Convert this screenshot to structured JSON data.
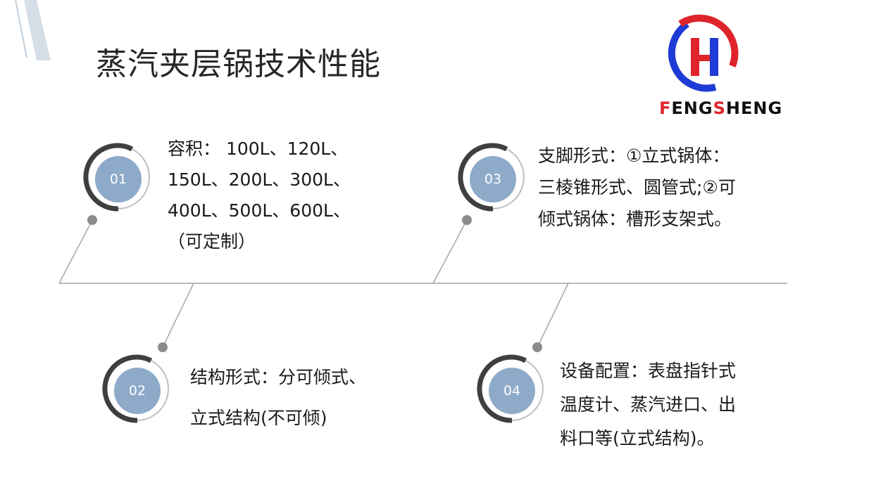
{
  "title": "蒸汽夹层锅技术性能",
  "logo": {
    "brand_text": "FENGSHENG",
    "first_letter": "F",
    "middle": "ENG",
    "s_letter": "S",
    "rest": "HENG",
    "colors": {
      "red": "#e0242b",
      "blue": "#1f3bd6"
    }
  },
  "items": [
    {
      "number": "01",
      "lines": [
        "容积： 100L、120L、",
        "150L、200L、300L、",
        "400L、500L、600L、",
        "（可定制）"
      ]
    },
    {
      "number": "02",
      "lines": [
        "结构形式：分可倾式、",
        "立式结构(不可倾)"
      ]
    },
    {
      "number": "03",
      "lines": [
        "支脚形式：①立式锅体：",
        "三棱锥形式、圆管式;②可",
        "倾式锅体：槽形支架式。"
      ]
    },
    {
      "number": "04",
      "lines": [
        "设备配置：表盘指针式",
        "温度计、蒸汽进口、出",
        "料口等(立式结构)。"
      ]
    }
  ],
  "colors": {
    "circle_fill": "#8eaac9",
    "arc_dark": "#3f3f3f",
    "arc_light": "#bfbfbf",
    "line": "#a6a6a6",
    "dot": "#8c8c8c"
  }
}
